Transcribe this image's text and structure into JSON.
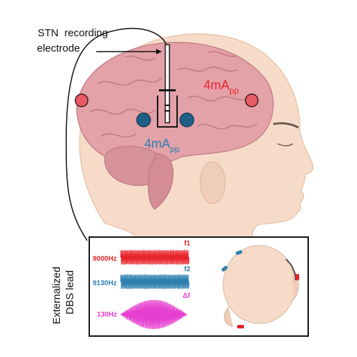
{
  "labels": {
    "stn_line1": "STN  recording",
    "stn_line2": "electrode",
    "ext_line1": "Externalized",
    "ext_line2": "DBS lead",
    "current_red_main": "4mA",
    "current_red_sub": "pp",
    "current_blue_main": "4mA",
    "current_blue_sub": "pp"
  },
  "inset": {
    "f1_label": "f1",
    "f2_label": "f2",
    "df_label": "Δf",
    "freq1": "9000Hz",
    "freq2": "9130Hz",
    "freq3": "130Hz"
  },
  "colors": {
    "red": "#e8242b",
    "blue": "#2d7fb0",
    "magenta": "#e63fd0",
    "skin": "#f6dcc8",
    "brain": "#e3a1a8",
    "electrode_blue": "#1e5f86",
    "electrode_red": "#e85a66"
  },
  "icons": [
    "head-silhouette-icon",
    "brain-icon",
    "top-view-head-icon"
  ]
}
